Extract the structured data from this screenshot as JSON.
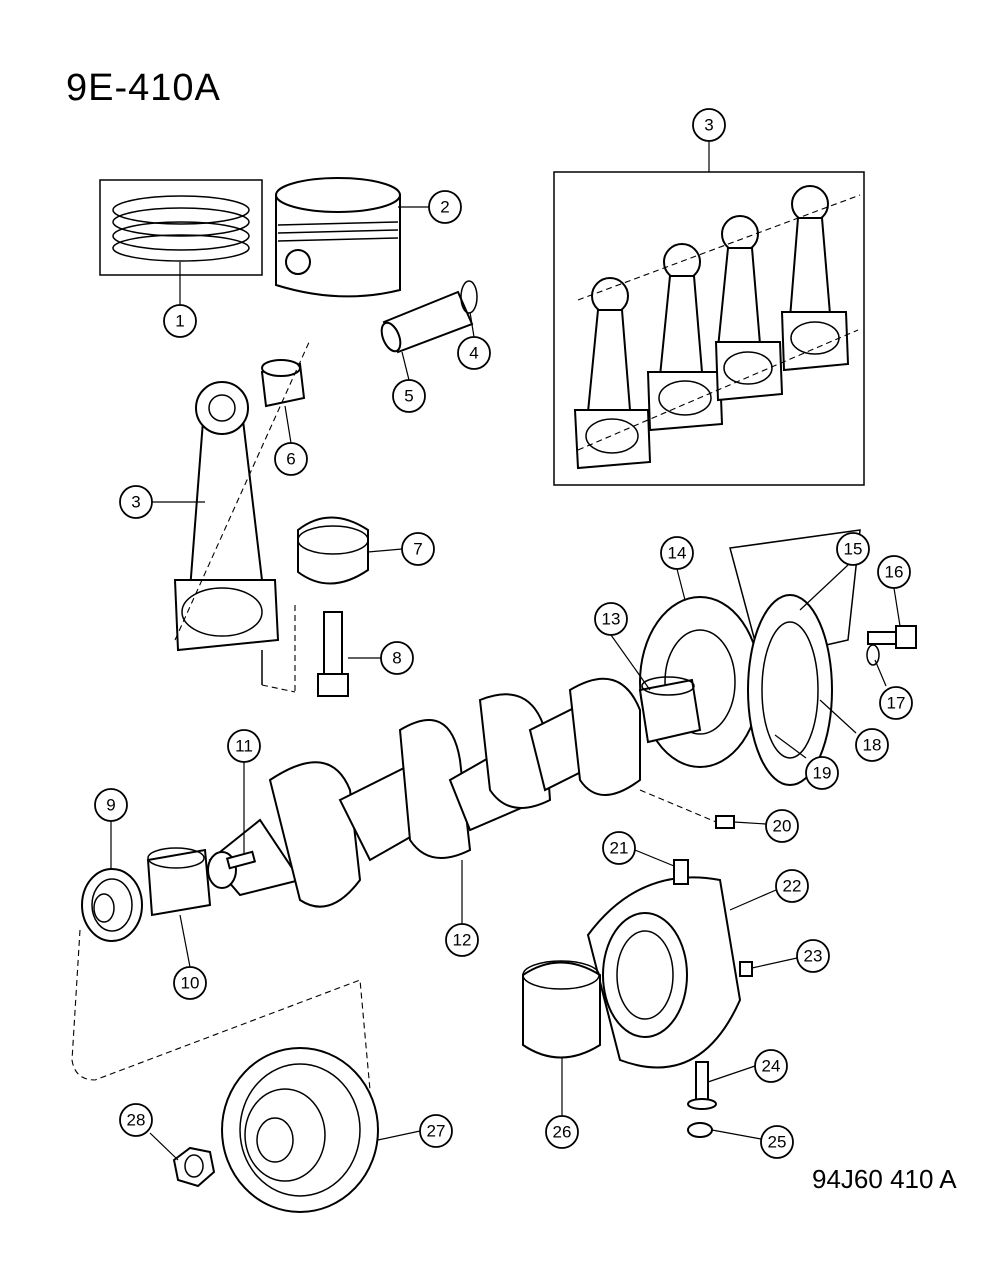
{
  "header": {
    "diagram_code": "9E-410A"
  },
  "footer": {
    "figure_code": "94J60 410 A"
  },
  "callouts": [
    {
      "id": "callout-1",
      "label": "1"
    },
    {
      "id": "callout-2",
      "label": "2"
    },
    {
      "id": "callout-3-set",
      "label": "3"
    },
    {
      "id": "callout-4",
      "label": "4"
    },
    {
      "id": "callout-5",
      "label": "5"
    },
    {
      "id": "callout-6",
      "label": "6"
    },
    {
      "id": "callout-3",
      "label": "3"
    },
    {
      "id": "callout-7",
      "label": "7"
    },
    {
      "id": "callout-8",
      "label": "8"
    },
    {
      "id": "callout-9",
      "label": "9"
    },
    {
      "id": "callout-10",
      "label": "10"
    },
    {
      "id": "callout-11",
      "label": "11"
    },
    {
      "id": "callout-12",
      "label": "12"
    },
    {
      "id": "callout-13",
      "label": "13"
    },
    {
      "id": "callout-14",
      "label": "14"
    },
    {
      "id": "callout-15",
      "label": "15"
    },
    {
      "id": "callout-16",
      "label": "16"
    },
    {
      "id": "callout-17",
      "label": "17"
    },
    {
      "id": "callout-18",
      "label": "18"
    },
    {
      "id": "callout-19",
      "label": "19"
    },
    {
      "id": "callout-20",
      "label": "20"
    },
    {
      "id": "callout-21",
      "label": "21"
    },
    {
      "id": "callout-22",
      "label": "22"
    },
    {
      "id": "callout-23",
      "label": "23"
    },
    {
      "id": "callout-24",
      "label": "24"
    },
    {
      "id": "callout-25",
      "label": "25"
    },
    {
      "id": "callout-26",
      "label": "26"
    },
    {
      "id": "callout-27",
      "label": "27"
    },
    {
      "id": "callout-28",
      "label": "28"
    }
  ]
}
